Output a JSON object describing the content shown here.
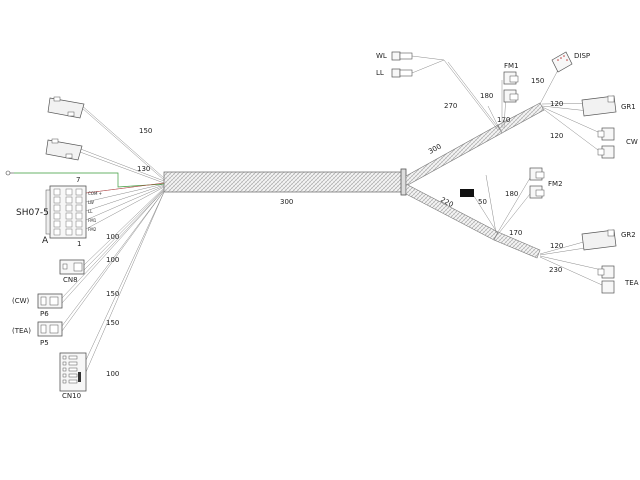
{
  "main_bundle": {
    "length": "300"
  },
  "upper_branch": {
    "length": "300",
    "sub_length": "170"
  },
  "lower_branch": {
    "length": "220",
    "sub_length": "170"
  },
  "left_connectors": {
    "top1_length": "150",
    "top2_length": "130",
    "sh07": {
      "name": "SH07-5",
      "sub": "A",
      "pin_top": "7",
      "pin_bottom": "1",
      "length": "100",
      "signals": [
        "COM +",
        "LW",
        "LL",
        "FM1",
        "FM2"
      ]
    },
    "cn8": {
      "name": "CN8",
      "length": "100"
    },
    "p6": {
      "name": "P6",
      "tag": "(CW)",
      "length": "150"
    },
    "p5": {
      "name": "P5",
      "tag": "(TEA)",
      "length": "150"
    },
    "cn10": {
      "name": "CN10",
      "length": "100"
    }
  },
  "right_connectors": {
    "wl": {
      "name": "WL"
    },
    "ll": {
      "name": "LL"
    },
    "wl_ll_length": "270",
    "fm1": {
      "name": "FM1",
      "length": "180"
    },
    "disp": {
      "name": "DISP",
      "length": "150"
    },
    "gr1": {
      "name": "GR1",
      "length": "120"
    },
    "cw": {
      "name": "CW",
      "length": "120"
    },
    "fm2": {
      "name": "FM2",
      "length": "180"
    },
    "fm2_stub_length": "50",
    "gr2": {
      "name": "GR2",
      "length": "120"
    },
    "tea": {
      "name": "TEA",
      "length": "230"
    }
  },
  "colors": {
    "line": "#8a8a8a",
    "green_wire": "#3a9a3a",
    "red_wire": "#c04040",
    "connector_stroke": "#555555",
    "bundle_fill": "#e8e8e8"
  }
}
